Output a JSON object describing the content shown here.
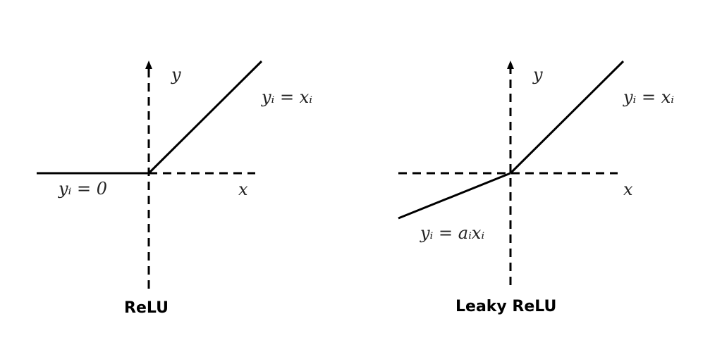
{
  "relu": {
    "caption": "ReLU",
    "y_axis_label": "y",
    "x_axis_label": "x",
    "positive_eq": "yᵢ = xᵢ",
    "negative_eq": "yᵢ = 0"
  },
  "leaky_relu": {
    "caption": "Leaky ReLU",
    "y_axis_label": "y",
    "x_axis_label": "x",
    "positive_eq": "yᵢ = xᵢ",
    "negative_eq": "yᵢ = aᵢxᵢ"
  },
  "colors": {
    "line": "#000000",
    "text": "#222222",
    "background": "#ffffff"
  }
}
